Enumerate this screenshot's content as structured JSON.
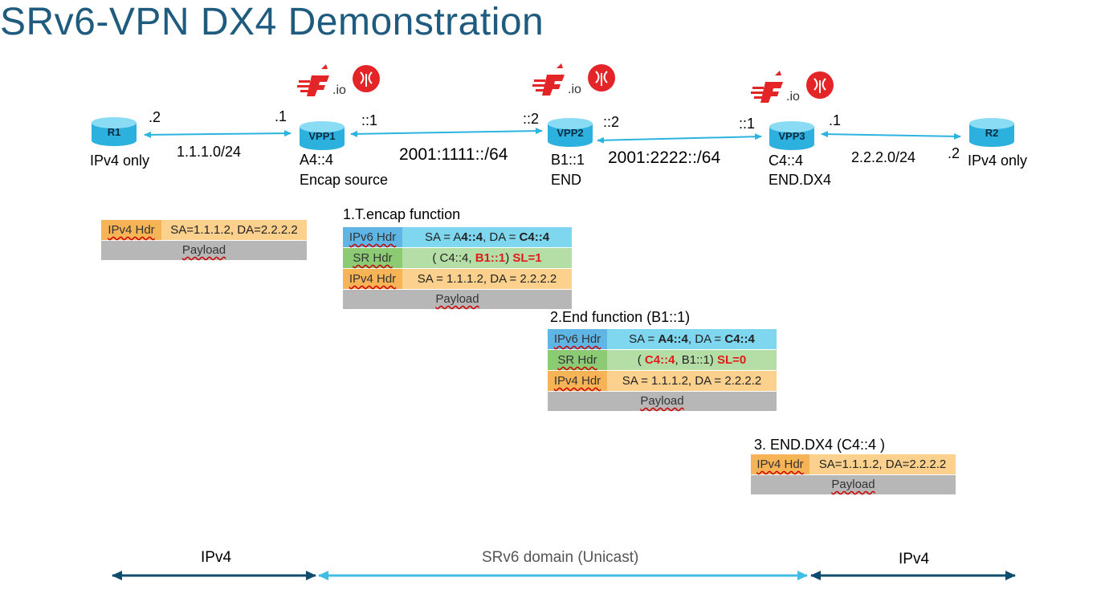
{
  "title": "SRv6-VPN DX4 Demonstration",
  "colors": {
    "title": "#1e5b7e",
    "link_arrow": "#2cb3df",
    "domain_ipv4": "#0f4c6e",
    "domain_srv6": "#40bde3",
    "fdio_red": "#e42528"
  },
  "logo_text": ".io",
  "nodes": {
    "r1": {
      "name": "R1",
      "desc": "IPv4 only"
    },
    "vpp1": {
      "name": "VPP1",
      "addr": "A4::4",
      "desc": "Encap source"
    },
    "vpp2": {
      "name": "VPP2",
      "addr": "B1::1",
      "desc": "END"
    },
    "vpp3": {
      "name": "VPP3",
      "addr": "C4::4",
      "desc": "END.DX4"
    },
    "r2": {
      "name": "R2",
      "desc": "IPv4 only"
    }
  },
  "links": {
    "l1": {
      "subnet": "1.1.1.0/24",
      "left_if": ".2",
      "right_if": ".1"
    },
    "l2": {
      "subnet": "2001:1111::/64",
      "left_if": "::1",
      "right_if": "::2"
    },
    "l3": {
      "subnet": "2001:2222::/64",
      "left_if": "::2",
      "right_if": "::1"
    },
    "l4": {
      "subnet": "2.2.2.0/24",
      "left_if": ".1",
      "right_if": ".2"
    }
  },
  "packets": {
    "p0": {
      "ipv4_key": "IPv4 Hdr",
      "ipv4_val": "SA=1.1.1.2, DA=2.2.2.2",
      "payload": "Payload"
    },
    "p1": {
      "title": "1.T.encap function",
      "ipv6_key": "IPv6 Hdr",
      "ipv6_a": "SA = A",
      "ipv6_b": "4::4",
      "ipv6_c": ", DA = ",
      "ipv6_d": "C4::4",
      "sr_key": "SR Hdr",
      "sr_a": "( C4::4, ",
      "sr_b": "B1::1",
      "sr_c": ") ",
      "sr_d": "SL=1",
      "ipv4_key": "IPv4 Hdr",
      "ipv4_val": "SA = 1.1.1.2, DA = 2.2.2.2",
      "payload": "Payload"
    },
    "p2": {
      "title": "2.End function (B1::1)",
      "ipv6_key": "IPv6 Hdr",
      "ipv6_a": "SA = ",
      "ipv6_b": "A4::4",
      "ipv6_c": ", DA = ",
      "ipv6_d": "C4::4",
      "sr_key": "SR Hdr",
      "sr_a": "( ",
      "sr_b": "C4::4",
      "sr_c": ", B1::1) ",
      "sr_d": "SL=0",
      "ipv4_key": "IPv4 Hdr",
      "ipv4_val": "SA = 1.1.1.2, DA = 2.2.2.2",
      "payload": "Payload"
    },
    "p3": {
      "title": "3. END.DX4 (C4::4 )",
      "ipv4_key": "IPv4 Hdr",
      "ipv4_val": "SA=1.1.1.2, DA=2.2.2.2",
      "payload": "Payload"
    }
  },
  "domains": {
    "left": "IPv4",
    "middle": "SRv6 domain (Unicast)",
    "right": "IPv4"
  }
}
